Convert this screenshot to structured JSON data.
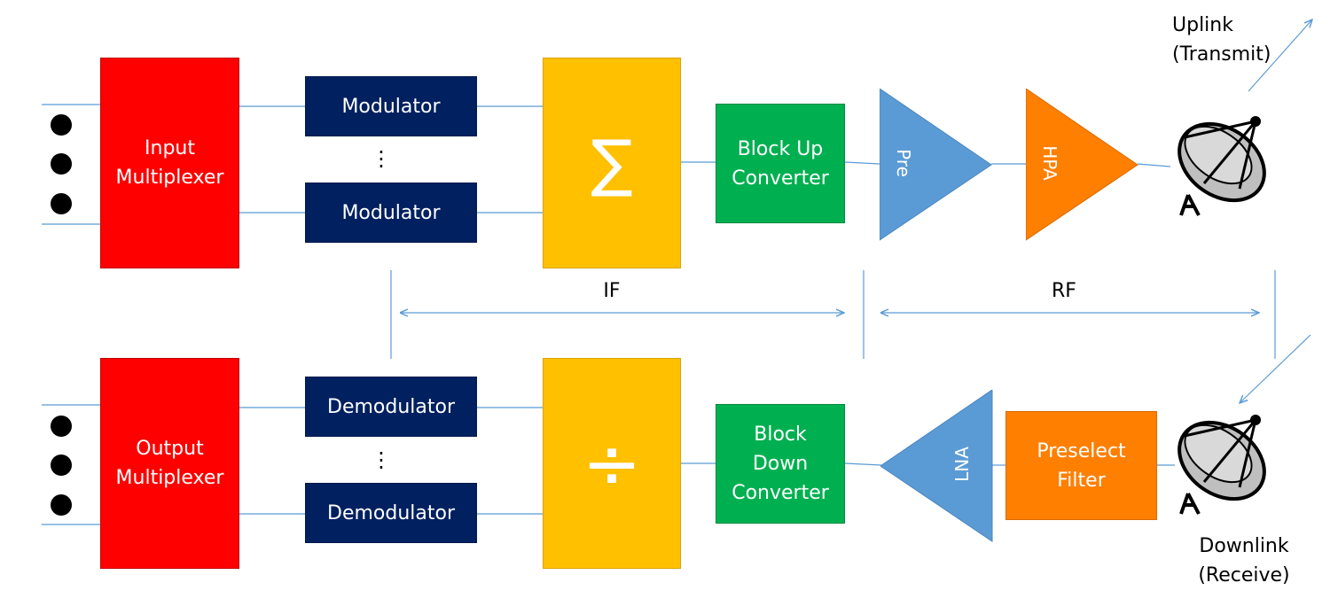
{
  "tx": {
    "input_mux": "Input\nMultiplexer",
    "modulator_top": "Modulator",
    "modulator_bottom": "Modulator",
    "combiner_symbol": "∑",
    "buc": "Block Up\nConverter",
    "pre": "Pre",
    "hpa": "HPA",
    "uplink": "Uplink\n(Transmit)"
  },
  "rx": {
    "output_mux": "Output\nMultiplexer",
    "demodulator_top": "Demodulator",
    "demodulator_bottom": "Demodulator",
    "divider_symbol": "÷",
    "bdc": "Block\nDown\nConverter",
    "lna": "LNA",
    "preselect": "Preselect\nFilter",
    "downlink": "Downlink\n(Receive)"
  },
  "bands": {
    "if": "IF",
    "rf": "RF"
  },
  "colors": {
    "mux": "#ff0000",
    "modem": "#002060",
    "combiner": "#ffc000",
    "converter": "#00b050",
    "pre_lna": "#5b9bd5",
    "hpa_filter": "#ff7f00",
    "line": "#5b9bd5"
  },
  "icons": {
    "antenna": "satellite-dish-icon"
  }
}
